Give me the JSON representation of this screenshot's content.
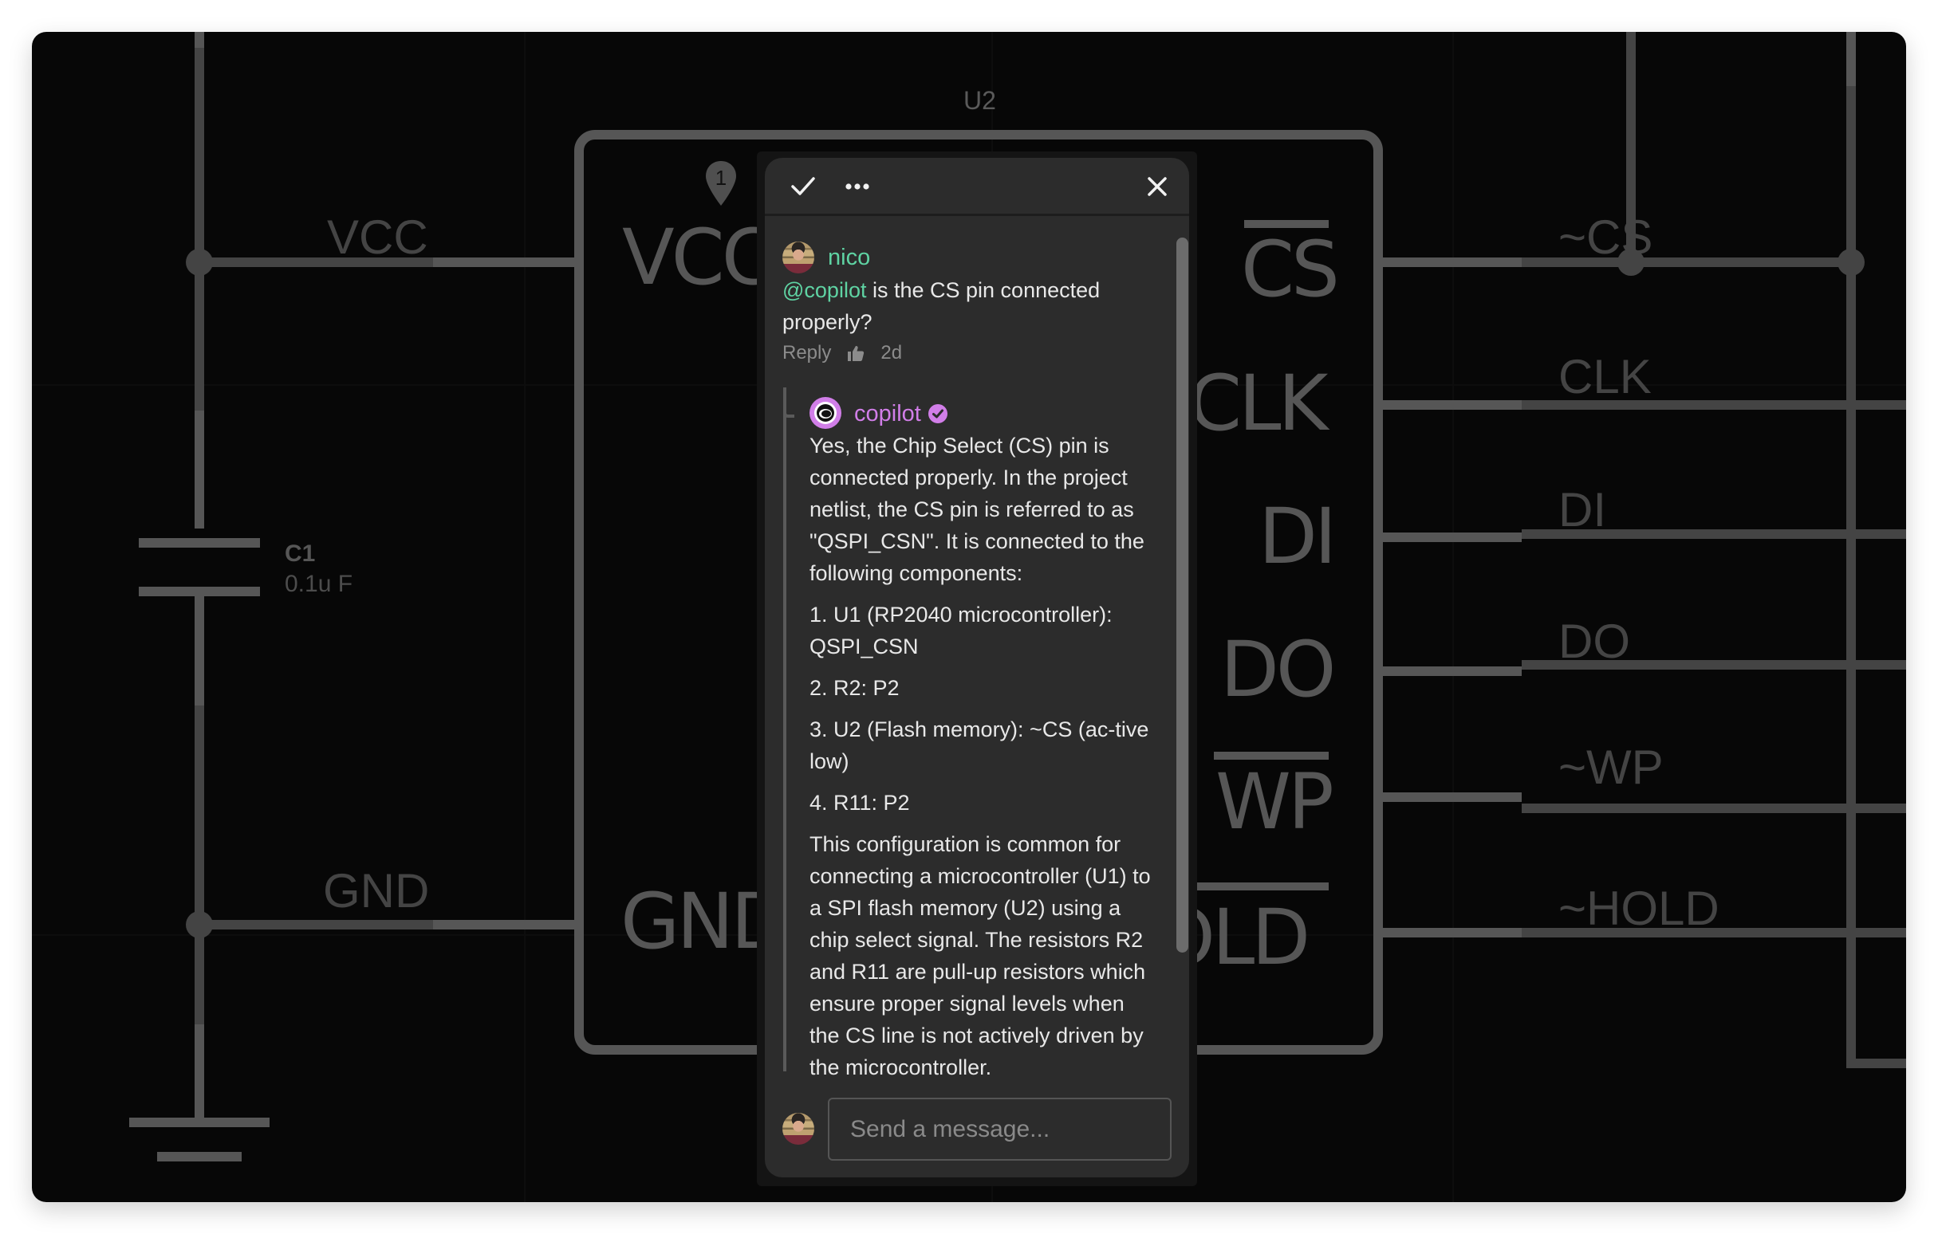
{
  "schematic": {
    "component_ref": "U2",
    "chip_left_pins": [
      "VCC",
      "GND"
    ],
    "chip_right_pins": [
      {
        "label": "CS",
        "overbar": true
      },
      {
        "label": "CLK",
        "overbar": false
      },
      {
        "label": "DI",
        "overbar": false
      },
      {
        "label": "DO",
        "overbar": false
      },
      {
        "label": "WP",
        "overbar": true
      },
      {
        "label": "HOLD",
        "overbar": true
      }
    ],
    "left_nets": [
      "VCC",
      "GND"
    ],
    "right_nets": [
      "~CS",
      "CLK",
      "DI",
      "DO",
      "~WP",
      "~HOLD"
    ],
    "capacitor": {
      "ref": "C1",
      "value": "0.1u F"
    },
    "comment_pin_number": "1"
  },
  "comment_panel": {
    "header": {
      "resolve_icon": "check-icon",
      "more_icon": "more-horizontal-icon",
      "close_icon": "close-icon"
    },
    "thread": {
      "author": "nico",
      "mention": "@copilot",
      "text": " is the CS pin connected properly?",
      "reply_label": "Reply",
      "like_icon": "thumbs-up-icon",
      "timestamp": "2d",
      "reply": {
        "author": "copilot",
        "verified_icon": "verified-badge-icon",
        "paragraphs": [
          "Yes, the Chip Select (CS) pin is connected properly. In the project netlist, the CS pin is referred to as \"QSPI_CSN\". It is connected to the following components:",
          "1. U1 (RP2040 microcontroller): QSPI_CSN",
          "2. R2: P2",
          "3. U2 (Flash memory): ~CS (ac-tive low)",
          "4. R11: P2",
          "This configuration is common for connecting a microcontroller (U1) to a SPI flash memory (U2) using a chip select signal. The resistors R2 and R11 are pull-up resistors which ensure proper signal levels when the CS line is not actively driven by the microcontroller."
        ]
      }
    },
    "composer": {
      "placeholder": "Send a message...",
      "value": ""
    }
  },
  "colors": {
    "canvas_bg": "#070707",
    "wire": "#444444",
    "chip_outline": "#565656",
    "panel_bg": "#2c2c2c",
    "mention_green": "#5fd3a3",
    "copilot_purple": "#d17ee8"
  }
}
